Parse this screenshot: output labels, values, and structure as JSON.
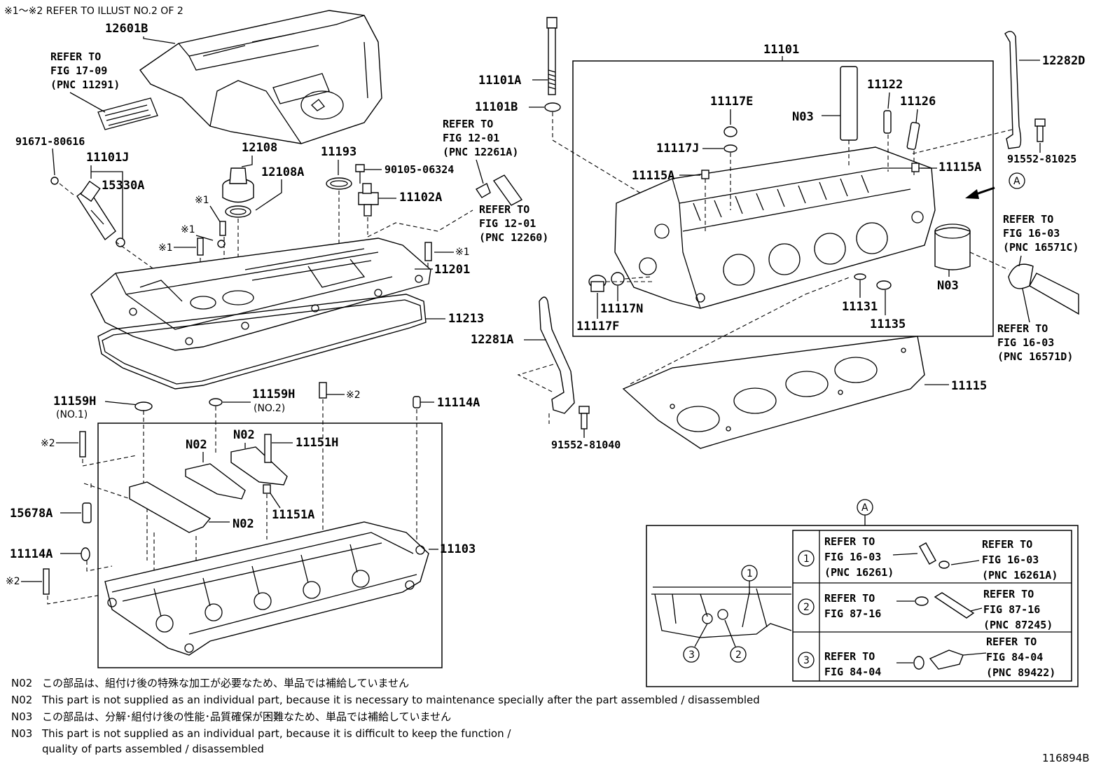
{
  "header_note": "※1～※2  REFER TO ILLUST NO.2 OF 2",
  "illustration_id": "116894B",
  "labels": {
    "p12601B": "12601B",
    "refer_17_09_a": "REFER TO",
    "refer_17_09_b": "FIG 17-09",
    "refer_17_09_c": "(PNC 11291)",
    "p91671": "91671-80616",
    "p11101J": "11101J",
    "p15330A": "15330A",
    "p12108": "12108",
    "p12108A": "12108A",
    "p11193": "11193",
    "p90105": "90105-06324",
    "p11102A": "11102A",
    "p11201": "11201",
    "p11213": "11213",
    "x1a": "※1",
    "x1b": "※1",
    "x1c": "※1",
    "x1d": "※1",
    "p11101A": "11101A",
    "p11101B": "11101B",
    "refer_12_01_a1": "REFER TO",
    "refer_12_01_a2": "FIG 12-01",
    "refer_12_01_a3": "(PNC 12261A)",
    "refer_12_01_b1": "REFER TO",
    "refer_12_01_b2": "FIG 12-01",
    "refer_12_01_b3": "(PNC 12260)",
    "p11101": "11101",
    "p11117E": "11117E",
    "p11117J": "11117J",
    "p11115A_l": "11115A",
    "p11115A_r": "11115A",
    "n03_a": "N03",
    "n03_b": "N03",
    "p11122": "11122",
    "p11126": "11126",
    "p11117N": "11117N",
    "p11117F": "11117F",
    "p11131": "11131",
    "p11135": "11135",
    "p12282D": "12282D",
    "p91552_81025": "91552-81025",
    "circle_a": "A",
    "refer_16_03_c1": "REFER TO",
    "refer_16_03_c2": "FIG 16-03",
    "refer_16_03_c3": "(PNC 16571C)",
    "refer_16_03_d1": "REFER TO",
    "refer_16_03_d2": "FIG 16-03",
    "refer_16_03_d3": "(PNC 16571D)",
    "p12281A": "12281A",
    "p11115": "11115",
    "p91552_81040": "91552-81040",
    "p11159H_1": "11159H",
    "no1": "(NO.1)",
    "p11159H_2": "11159H",
    "no2": "(NO.2)",
    "x2a": "※2",
    "x2b": "※2",
    "x2c": "※2",
    "p11114A_t": "11114A",
    "n02_a": "N02",
    "n02_b": "N02",
    "n02_c": "N02",
    "p11151H": "11151H",
    "p11151A": "11151A",
    "p15678A": "15678A",
    "p11114A_b": "11114A",
    "p11103": "11103"
  },
  "detail_a": {
    "title": "A",
    "rows": [
      {
        "num": "1",
        "left": [
          "REFER TO",
          "FIG 16-03",
          "(PNC 16261)"
        ],
        "right": [
          "REFER TO",
          "FIG 16-03",
          "(PNC 16261A)"
        ]
      },
      {
        "num": "2",
        "left": [
          "REFER TO",
          "FIG 87-16"
        ],
        "right": [
          "REFER TO",
          "FIG 87-16",
          "(PNC 87245)"
        ]
      },
      {
        "num": "3",
        "left": [
          "REFER TO",
          "FIG 84-04"
        ],
        "right": [
          "REFER TO",
          "FIG 84-04",
          "(PNC 89422)"
        ]
      }
    ],
    "callouts": [
      "1",
      "2",
      "3"
    ]
  },
  "notes": [
    {
      "code": "N02",
      "text": "この部品は、組付け後の特殊な加工が必要なため、単品では補給していません"
    },
    {
      "code": "N02",
      "text": "This part is not supplied as an individual part, because it is necessary to maintenance specially after the part assembled / disassembled"
    },
    {
      "code": "N03",
      "text": "この部品は、分解･組付け後の性能･品質確保が困難なため、単品では補給していません"
    },
    {
      "code": "N03",
      "text": "This part is not supplied as an individual part, because it is difficult to keep the function /"
    },
    {
      "code": "",
      "text": "quality of parts  assembled / disassembled"
    }
  ]
}
